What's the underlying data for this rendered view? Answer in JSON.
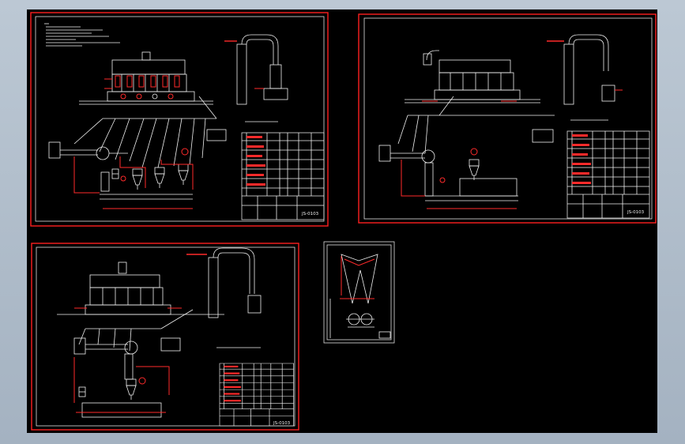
{
  "viewport": {
    "background": "#000000",
    "sheet_border_color": "#ff2020",
    "line_color": "#f0f0f0",
    "dimension_color": "#ff2a2a"
  },
  "sheets": [
    {
      "id": "sheet-1",
      "drawing_number": "JS-0103"
    },
    {
      "id": "sheet-2",
      "drawing_number": "JS-0103"
    },
    {
      "id": "sheet-3",
      "drawing_number": "JS-0103"
    },
    {
      "id": "sheet-4",
      "drawing_number": ""
    }
  ]
}
